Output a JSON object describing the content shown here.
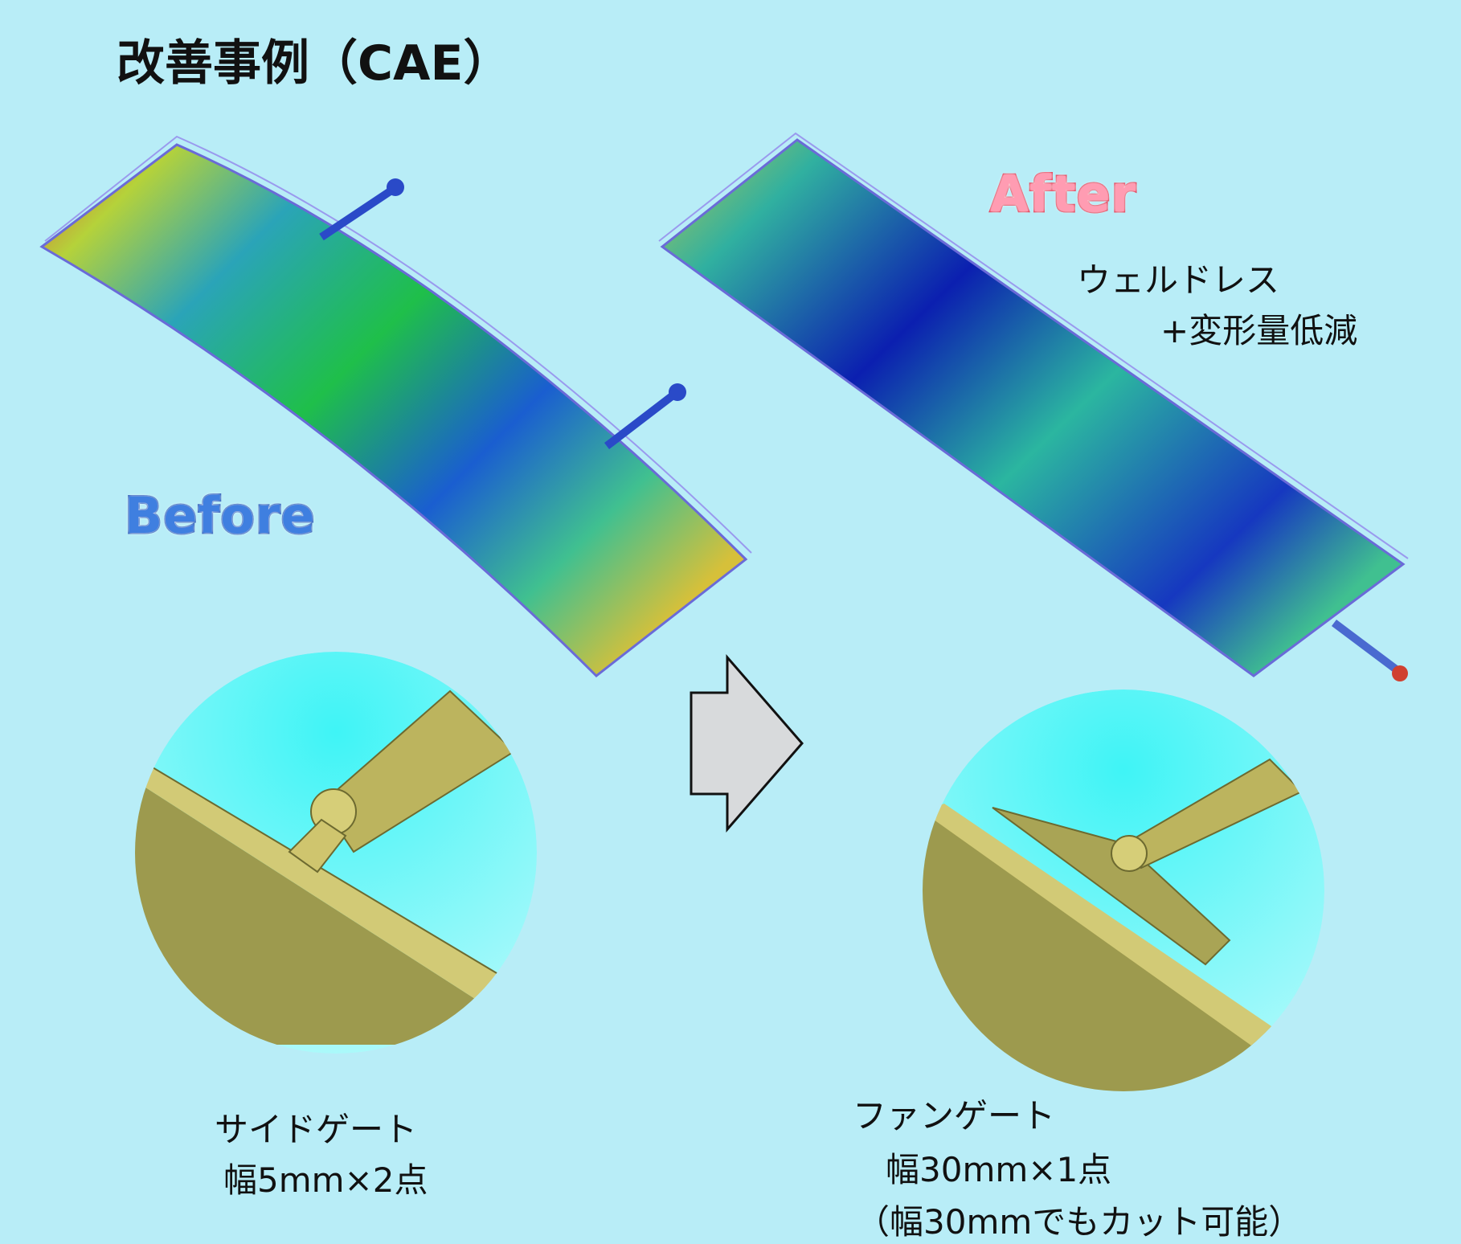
{
  "title": "改善事例（CAE）",
  "before": {
    "label": "Before",
    "gate_name": "サイドゲート",
    "gate_spec": "幅5mm×2点"
  },
  "after": {
    "label": "After",
    "benefit_line1": "ウェルドレス",
    "benefit_line2": "+変形量低減",
    "gate_name": "ファンゲート",
    "gate_spec": "幅30mm×1点",
    "gate_note": "（幅30mmでもカット可能）"
  },
  "colors": {
    "background": "#b8edf7",
    "before_label": "#3f7fe0",
    "after_label": "#e0364f",
    "part_gold": "#a3a052"
  }
}
